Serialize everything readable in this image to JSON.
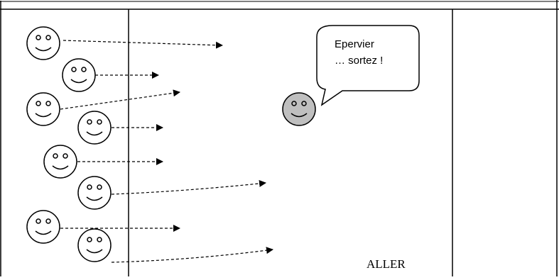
{
  "scene": {
    "speech_bubble": {
      "line1": "Epervier",
      "line2": "… sortez !"
    },
    "zone_label": "ALLER",
    "colors": {
      "stroke": "#000000",
      "background": "#ffffff",
      "epervier_fill": "#bfbfbf",
      "player_fill": "#ffffff"
    },
    "players": [
      {
        "name": "player-1",
        "icon": "smiley-face-icon"
      },
      {
        "name": "player-2",
        "icon": "smiley-face-icon"
      },
      {
        "name": "player-3",
        "icon": "smiley-face-icon"
      },
      {
        "name": "player-4",
        "icon": "smiley-face-icon"
      },
      {
        "name": "player-5",
        "icon": "smiley-face-icon"
      },
      {
        "name": "player-6",
        "icon": "smiley-face-icon"
      },
      {
        "name": "player-7",
        "icon": "smiley-face-icon"
      },
      {
        "name": "player-8",
        "icon": "smiley-face-icon"
      }
    ],
    "epervier": {
      "icon": "grey-smiley-face-icon"
    }
  }
}
